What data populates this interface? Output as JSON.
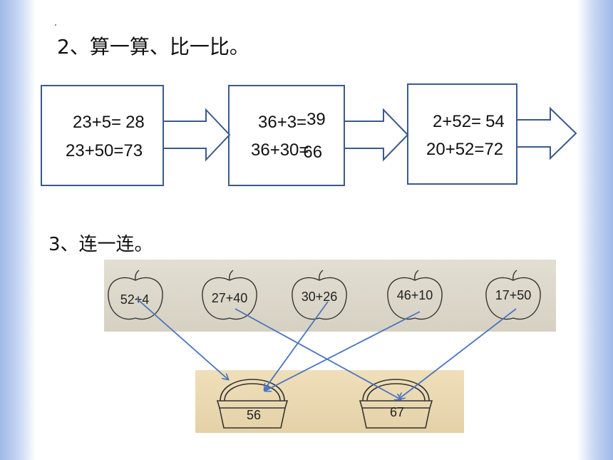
{
  "section2": {
    "title": "2、算一算、比一比。",
    "groups": [
      {
        "line1": "23+5=",
        "ans1": "28",
        "line2": "23+50=",
        "ans2": "73"
      },
      {
        "line1": "36+3=",
        "ans1": "39",
        "line2": "36+30=",
        "ans2": "66"
      },
      {
        "line1": "2+52=",
        "ans1": "54",
        "line2": "20+52=",
        "ans2": "72"
      }
    ]
  },
  "section3": {
    "title": "3、连一连。",
    "apples": [
      "52+4",
      "27+40",
      "30+26",
      "46+10",
      "17+50"
    ],
    "baskets": [
      "56",
      "67"
    ]
  },
  "colors": {
    "box_border": "#3b5a8c",
    "arrow_line": "#4a74c0",
    "strip_bg": "#dcd7c8",
    "basket_bg": "#ead9b4"
  }
}
